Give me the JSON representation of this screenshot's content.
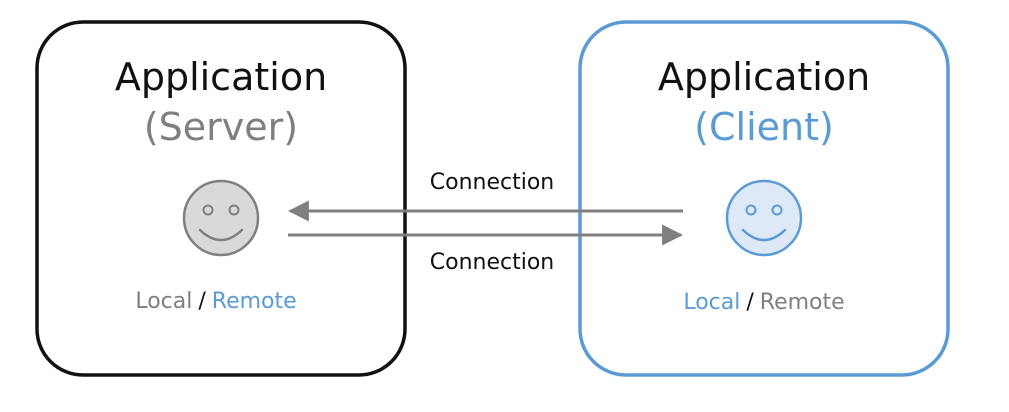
{
  "colors": {
    "server_border": "#111111",
    "client_border": "#5b9bd5",
    "gray_text": "#7f7f7f",
    "blue_text": "#5b9bd5",
    "server_face_fill": "#d9d9d9",
    "client_face_fill": "#dde9f6",
    "arrow": "#7f7f7f",
    "label_text": "#111111"
  },
  "server": {
    "title": "Application",
    "role": "(Server)",
    "face_icon": "smiley-face-icon",
    "local_label": "Local",
    "separator": "/",
    "remote_label": "Remote"
  },
  "client": {
    "title": "Application",
    "role": "(Client)",
    "face_icon": "smiley-face-icon",
    "local_label": "Local",
    "separator": "/",
    "remote_label": "Remote"
  },
  "connections": [
    {
      "label": "Connection",
      "direction": "client-to-server"
    },
    {
      "label": "Connection",
      "direction": "server-to-client"
    }
  ]
}
